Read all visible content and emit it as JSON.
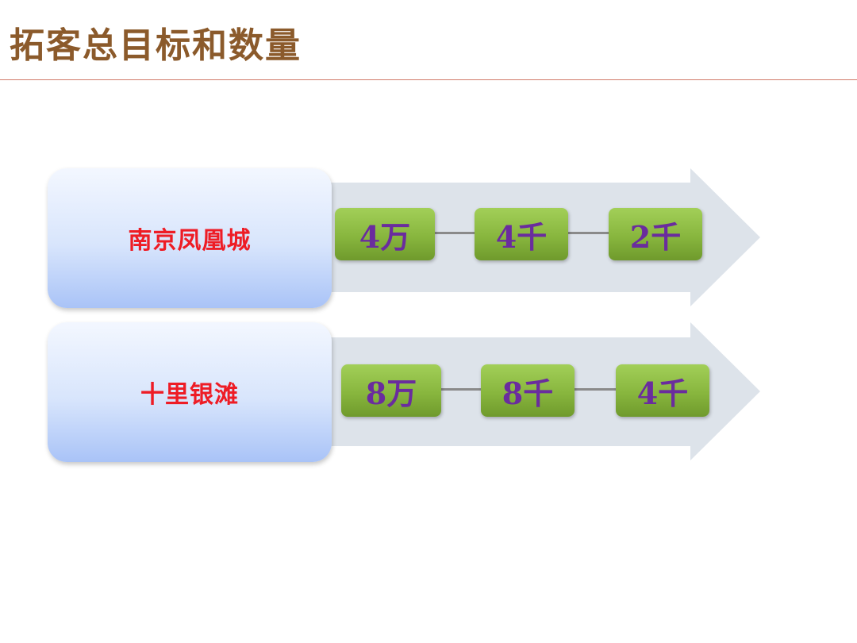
{
  "title": "拓客总目标和数量",
  "colors": {
    "title": "#8B5A2B",
    "rule": "#D07A6A",
    "arrow": "#dde3ea",
    "project_name": "#ee1c25",
    "value_text": "#6a2c9e",
    "value_box": "#8bbc45"
  },
  "rows": [
    {
      "project": "南京凤凰城",
      "values": [
        "4万",
        "4千",
        "2千"
      ]
    },
    {
      "project": "十里银滩",
      "values": [
        "8万",
        "8千",
        "4千"
      ]
    }
  ]
}
